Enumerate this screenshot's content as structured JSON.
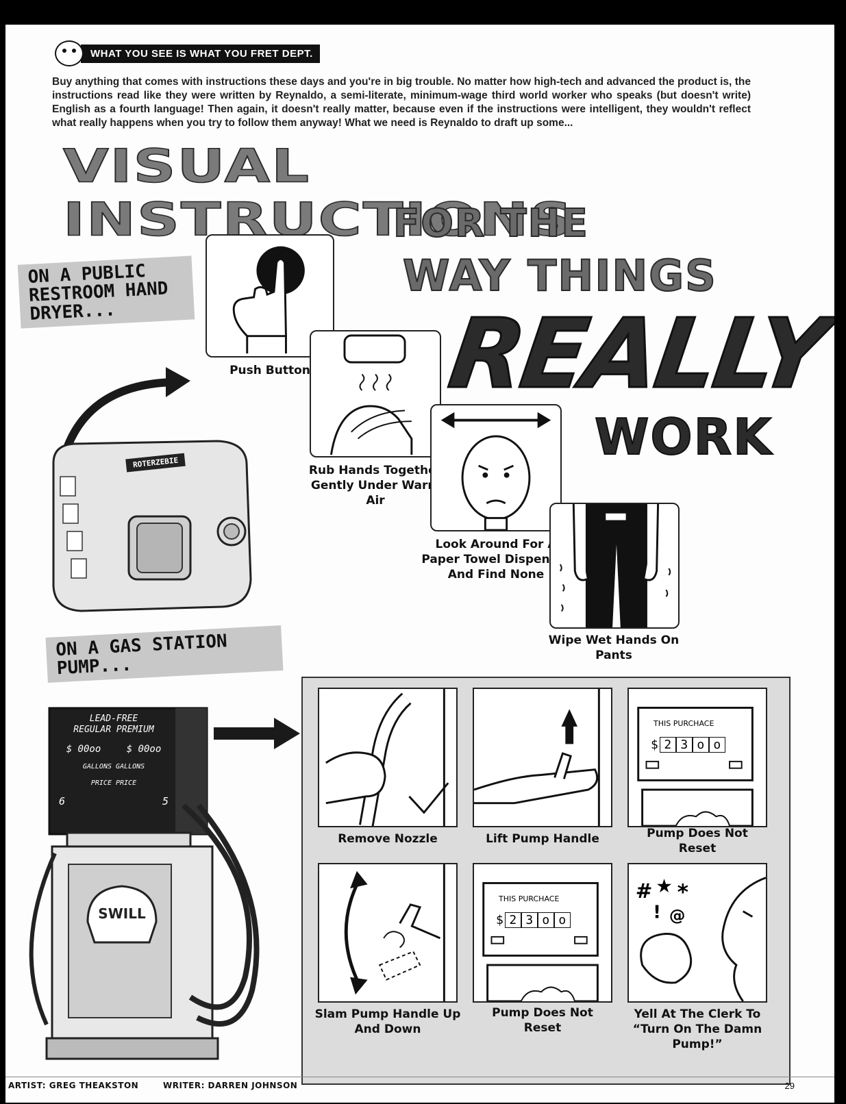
{
  "department": "WHAT YOU SEE IS WHAT YOU FRET DEPT.",
  "intro": "Buy anything that comes with instructions these days and you're in big trouble. No matter how high-tech and advanced the product is, the instructions read like they were written by Reynaldo, a semi-literate, minimum-wage third world worker who speaks (but doesn't write) English as a fourth language! Then again, it doesn't really matter, because even if the instructions were intelligent, they wouldn't reflect what really happens when you try to follow them anyway! What we need is Reynaldo to draft up some...",
  "headline": {
    "line1": "VISUAL INSTRUCTIONS",
    "line2": "FOR THE",
    "line3": "WAY THINGS",
    "line4": "REALLY",
    "line5": "WORK"
  },
  "hand_dryer": {
    "section_label": "ON A PUBLIC RESTROOM HAND DRYER...",
    "brand": "ROTERZEBIE",
    "steps": [
      {
        "caption": "Push Button",
        "icon": "push-button-icon"
      },
      {
        "caption": "Rub Hands Together Gently Under Warm Air",
        "icon": "rub-hands-icon"
      },
      {
        "caption": "Look Around For A Paper Towel Dispenser And Find None",
        "icon": "look-around-icon"
      },
      {
        "caption": "Wipe Wet Hands On Pants",
        "icon": "wipe-pants-icon"
      }
    ]
  },
  "gas_pump": {
    "section_label": "ON A GAS STATION PUMP...",
    "pump_sign": {
      "line1": "LEAD-FREE",
      "line2": "REGULAR PREMIUM",
      "price_left": "$ 00oo",
      "price_right": "$ 00oo",
      "gallons": "GALLONS GALLONS",
      "price": "PRICE PRICE",
      "num_left": "6",
      "num_right": "5"
    },
    "brand": "SWILL",
    "purchase_label": "THIS PURCHACE",
    "purchase_digits": [
      "2",
      "3",
      "o",
      "o"
    ],
    "purchase_currency": "$",
    "steps": [
      {
        "caption": "Remove Nozzle",
        "icon": "nozzle-icon"
      },
      {
        "caption": "Lift Pump Handle",
        "icon": "lift-handle-icon"
      },
      {
        "caption": "Pump Does Not Reset",
        "icon": "pump-display-icon"
      },
      {
        "caption": "Slam Pump Handle Up And Down",
        "icon": "slam-handle-icon"
      },
      {
        "caption": "Pump Does Not Reset",
        "icon": "pump-display-icon"
      },
      {
        "caption": "Yell At The Clerk To “Turn On The Damn Pump!”",
        "icon": "yell-icon"
      }
    ]
  },
  "credits": {
    "artist": "ARTIST: GREG THEAKSTON",
    "writer": "WRITER: DARREN JOHNSON",
    "page_number": "29"
  }
}
